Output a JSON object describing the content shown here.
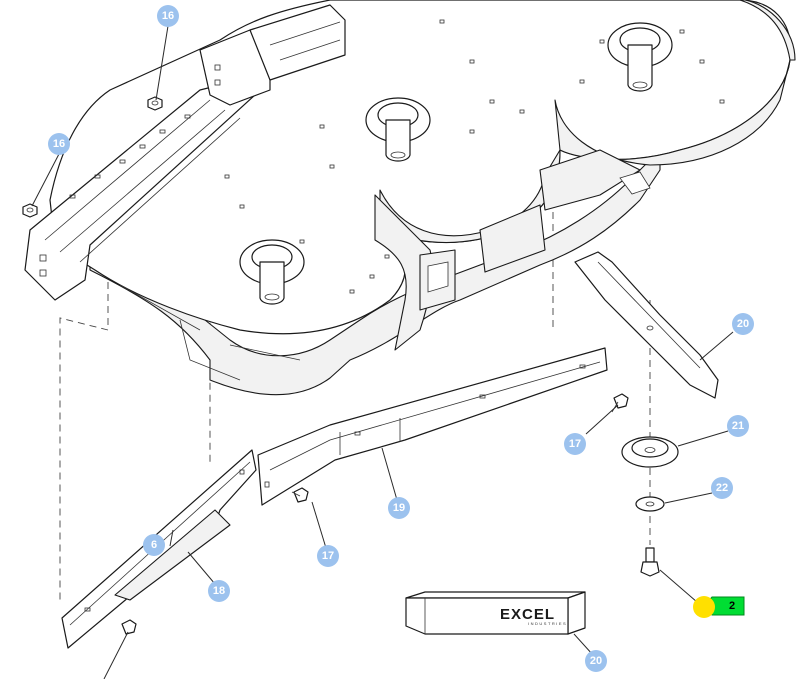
{
  "callouts": [
    {
      "id": "c16a",
      "label": "16"
    },
    {
      "id": "c16b",
      "label": "16"
    },
    {
      "id": "c20a",
      "label": "20"
    },
    {
      "id": "c21",
      "label": "21"
    },
    {
      "id": "c22",
      "label": "22"
    },
    {
      "id": "c17a",
      "label": "17"
    },
    {
      "id": "c19",
      "label": "19"
    },
    {
      "id": "c6",
      "label": "6"
    },
    {
      "id": "c17b",
      "label": "17"
    },
    {
      "id": "c18",
      "label": "18"
    },
    {
      "id": "c20b",
      "label": "20"
    }
  ],
  "kit_tag": {
    "label": "2"
  },
  "logo": {
    "main": "EXCEL",
    "sub": "INDUSTRIES"
  },
  "colors": {
    "bubble": "#9cc2ee",
    "kit_tag_fill": "#00dd33",
    "kit_dot": "#ffe000"
  }
}
